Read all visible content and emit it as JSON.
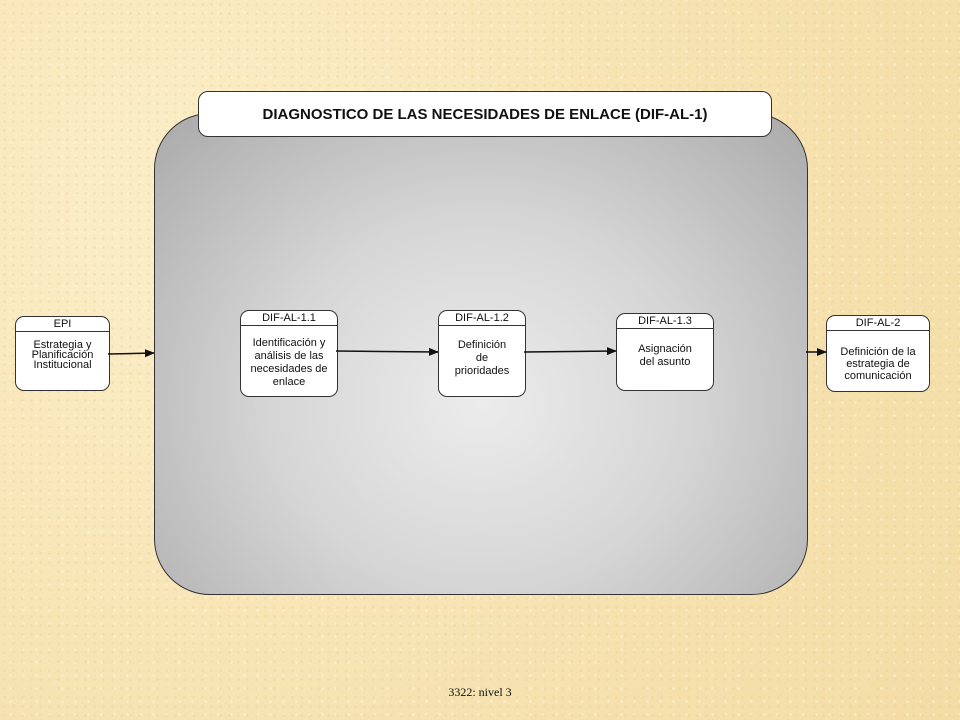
{
  "title": "DIAGNOSTICO DE LAS NECESIDADES DE ENLACE  (DIF-AL-1)",
  "nodes": {
    "epi": {
      "code": "EPI",
      "label": "Estrategia y Planificación Institucional"
    },
    "n11": {
      "code": "DIF-AL-1.1",
      "label": "Identificación y análisis de las necesidades de enlace"
    },
    "n12": {
      "code": "DIF-AL-1.2",
      "label": "Definición de prioridades"
    },
    "n13": {
      "code": "DIF-AL-1.3",
      "label": "Asignación del asunto"
    },
    "dif2": {
      "code": "DIF-AL-2",
      "label": "Definición de la estrategia de comunicación"
    }
  },
  "footer": "3322:  nivel 3"
}
